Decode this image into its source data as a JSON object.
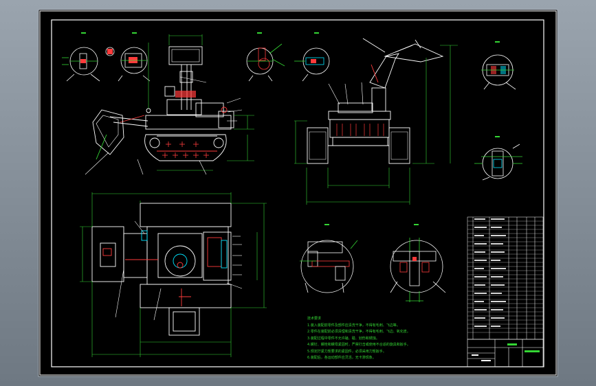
{
  "colors": {
    "background": "#7d8791",
    "sheet": "#000000",
    "frame": "#ffffff",
    "dimension": "#34d634",
    "callout": "#ff3b3b",
    "accent": "#00e5ff"
  },
  "views": [
    "side-elevation",
    "front-elevation",
    "plan-view",
    "detail-I",
    "detail-II",
    "detail-III",
    "detail-IV",
    "detail-V",
    "detail-VI",
    "section-A",
    "section-B"
  ],
  "notes": {
    "heading": "技术要求",
    "items": [
      "1.装入装配前零件及部件应清洗干净，不得有毛刺、飞边等。",
      "2.零件在装配前必须清理和清洗干净，不得有毛刺、飞边、氧化皮。",
      "3.装配过程中零件不允许磕、碰、划伤和锈蚀。",
      "4.螺钉、螺栓和螺母紧固时，严禁打击或使用不合适的旋具和扳手。",
      "5.规定拧紧力矩要求的紧固件，必须采用力矩扳手。",
      "6.装配后，各运动部件应灵活，无卡滞现象。"
    ]
  },
  "title_block": {
    "drawing_number": "",
    "name": ""
  }
}
